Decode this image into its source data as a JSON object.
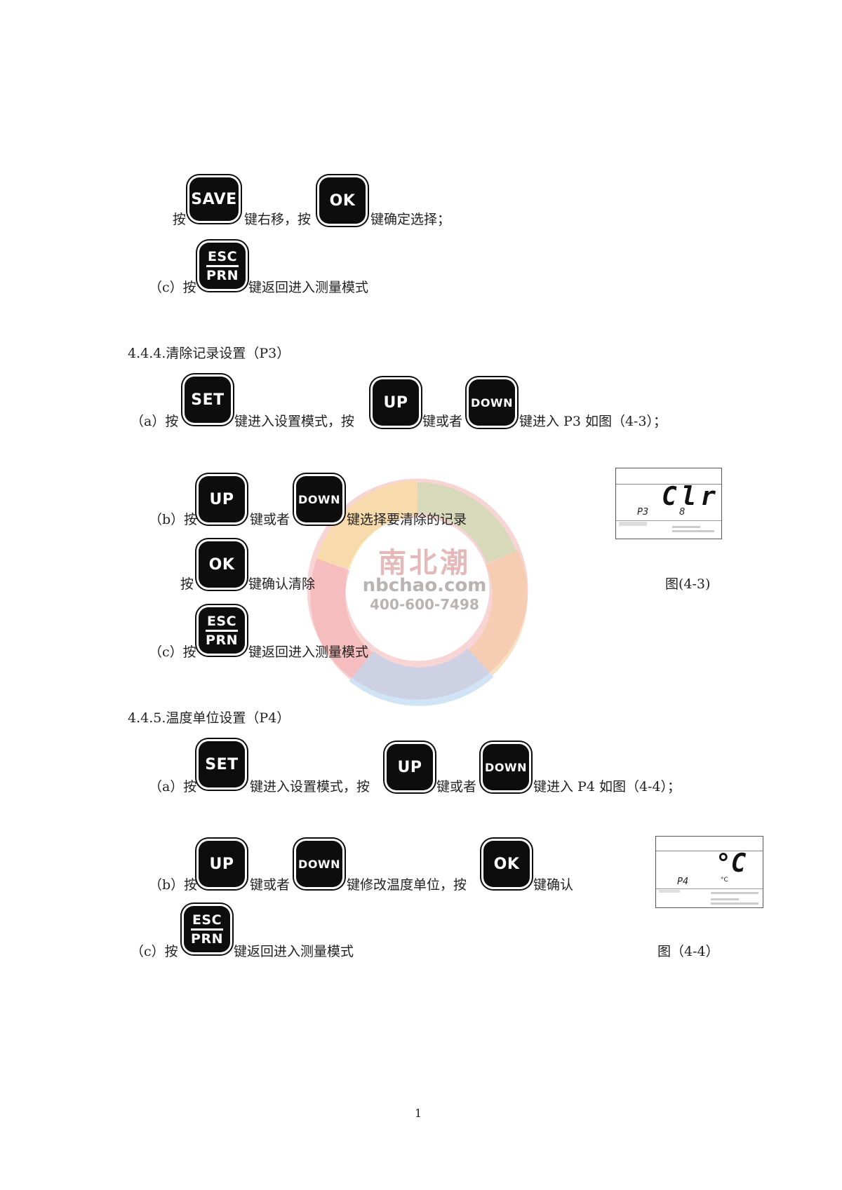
{
  "keys": {
    "save": "SAVE",
    "ok": "OK",
    "esc": "ESC",
    "prn": "PRN",
    "set": "SET",
    "up": "UP",
    "down": "DOWN"
  },
  "s443": {
    "b_press": "按",
    "b_right": "键右移，按",
    "b_confirm": "键确定选择；",
    "c_prefix": "（c）按",
    "c_return": "键返回进入测量模式"
  },
  "s444": {
    "heading": "4.4.4.清除记录设置（P3）",
    "a_prefix": "（a）按",
    "a_enter": "键进入设置模式，按",
    "a_or": "键或者",
    "a_p3": "键进入 P3 如图（4-3）；",
    "b_prefix": "（b）按",
    "b_or": "键或者",
    "b_select": "键选择要清除的记录",
    "ok_press": "按",
    "ok_confirm": "键确认清除",
    "c_prefix": "（c）按",
    "c_return": "键返回进入测量模式",
    "figure_caption": "图(4-3)",
    "lcd_main": "Clr",
    "lcd_param": "P3",
    "lcd_sub": "8"
  },
  "s445": {
    "heading": "4.4.5.温度单位设置（P4）",
    "a_prefix": "（a）按",
    "a_enter": "键进入设置模式，按",
    "a_or": "键或者",
    "a_p4": "键进入 P4 如图（4-4）；",
    "b_prefix": "（b）按",
    "b_or": "键或者",
    "b_modify": "键修改温度单位，按",
    "b_confirm": "键确认",
    "c_prefix": "（c）按",
    "c_return": "键返回进入测量模式",
    "figure_caption": "图（4-4）",
    "lcd_main": "°C",
    "lcd_param": "P4",
    "lcd_unit": "°C"
  },
  "watermark": {
    "cn": "南北潮",
    "site": "nbchao.com",
    "phone": "400-600-7498"
  },
  "page_number": "1"
}
